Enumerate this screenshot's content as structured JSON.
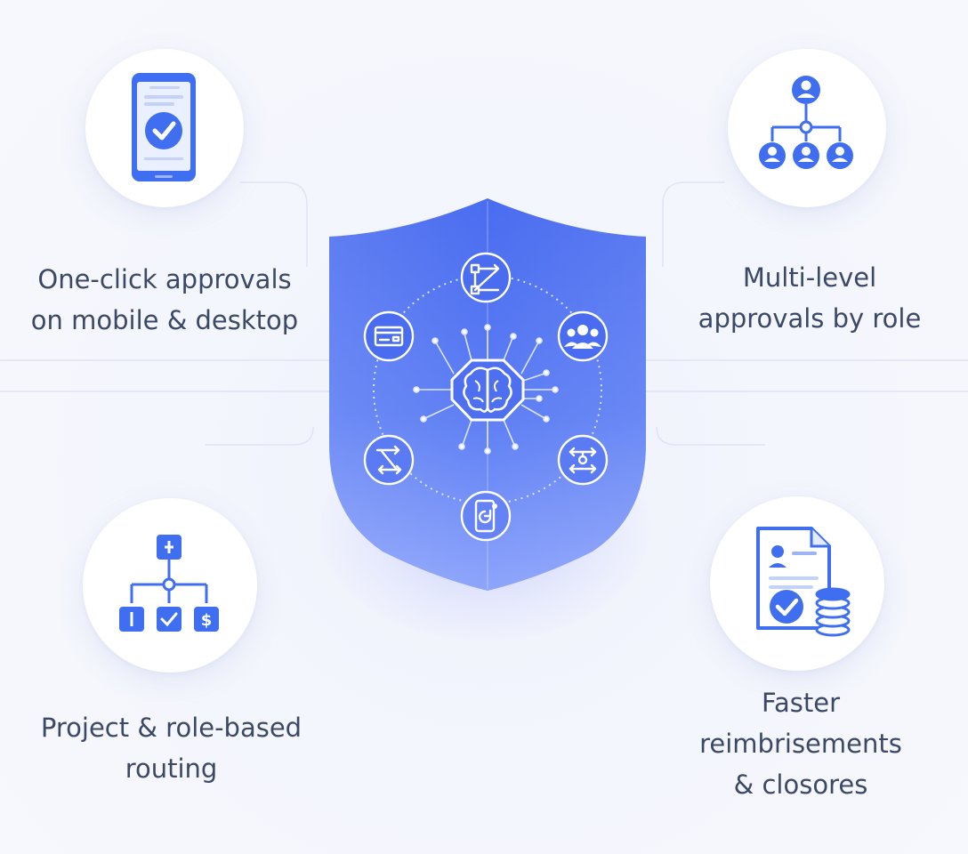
{
  "features": {
    "top_left": {
      "lines": [
        "One-click approvals",
        "on mobile & desktop"
      ],
      "icon": "mobile-approval-icon"
    },
    "top_right": {
      "lines": [
        "Multi-level",
        "approvals by role"
      ],
      "icon": "org-hierarchy-icon"
    },
    "bottom_left": {
      "lines": [
        "Project & role-based",
        "routing"
      ],
      "icon": "routing-tree-icon"
    },
    "bottom_right": {
      "lines": [
        "Faster",
        "reimbrisements",
        "& closores"
      ],
      "icon": "document-coins-icon"
    }
  },
  "shield": {
    "center_icon": "ai-brain-chip-icon",
    "orbit_icons": [
      "workflow-icon",
      "team-icon",
      "split-arrows-icon",
      "mobile-sync-icon",
      "routing-arrows-icon",
      "card-icon"
    ]
  },
  "colors": {
    "accent": "#3f6ff0",
    "shield_top": "#4a6cf0",
    "shield_bottom": "#8ea5fb",
    "text": "#3b4866"
  }
}
